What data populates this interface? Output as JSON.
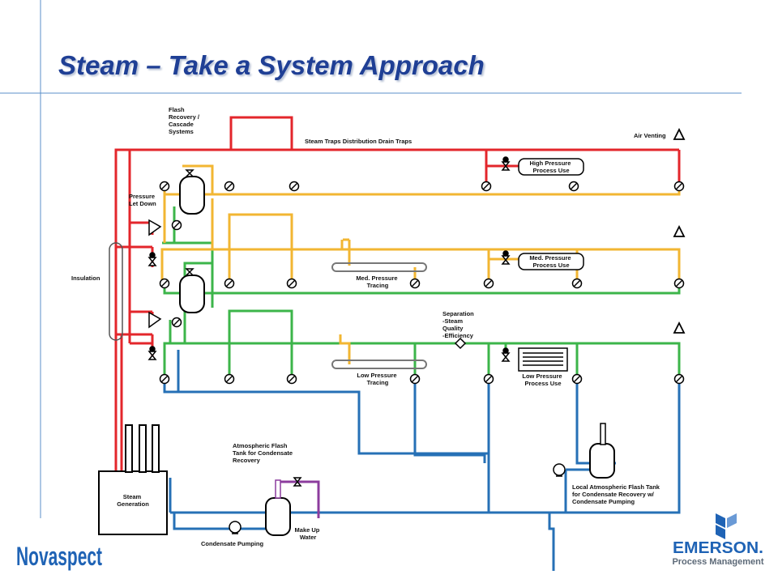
{
  "slide": {
    "title": "Steam – Take a System Approach"
  },
  "labels": {
    "flash_recovery": [
      "Flash",
      "Recovery /",
      "Cascade",
      "Systems"
    ],
    "steam_traps": "Steam Traps Distribution Drain Traps",
    "air_venting": "Air Venting",
    "high_pressure_use": [
      "High Pressure",
      "Process Use"
    ],
    "pressure_let_down": [
      "Pressure",
      "Let Down"
    ],
    "insulation": "Insulation",
    "med_pressure_tracing": [
      "Med. Pressure",
      "Tracing"
    ],
    "med_pressure_use": [
      "Med. Pressure",
      "Process Use"
    ],
    "separation": [
      "Separation",
      "-Steam",
      "Quality",
      "-Efficiency"
    ],
    "low_pressure_tracing": [
      "Low Pressure",
      "Tracing"
    ],
    "low_pressure_use": [
      "Low Pressure",
      "Process Use"
    ],
    "atm_flash_tank": [
      "Atmospheric Flash",
      "Tank for Condensate",
      "Recovery"
    ],
    "local_flash_tank": [
      "Local Atmospheric Flash Tank",
      "for Condensate Recovery w/",
      "Condensate Pumping"
    ],
    "steam_generation": [
      "Steam",
      "Generation"
    ],
    "make_up_water": [
      "Make Up",
      "Water"
    ],
    "condensate_pumping": "Condensate Pumping"
  },
  "logos": {
    "left": "Novaspect",
    "right_brand": "EMERSON.",
    "right_sub": "Process Management"
  },
  "colors": {
    "high_pressure": "#e3262b",
    "medium_pressure": "#f2b632",
    "low_pressure": "#3cb54a",
    "condensate": "#2670b6",
    "make_up": "#8c3c9e",
    "title": "#1f3f95"
  }
}
